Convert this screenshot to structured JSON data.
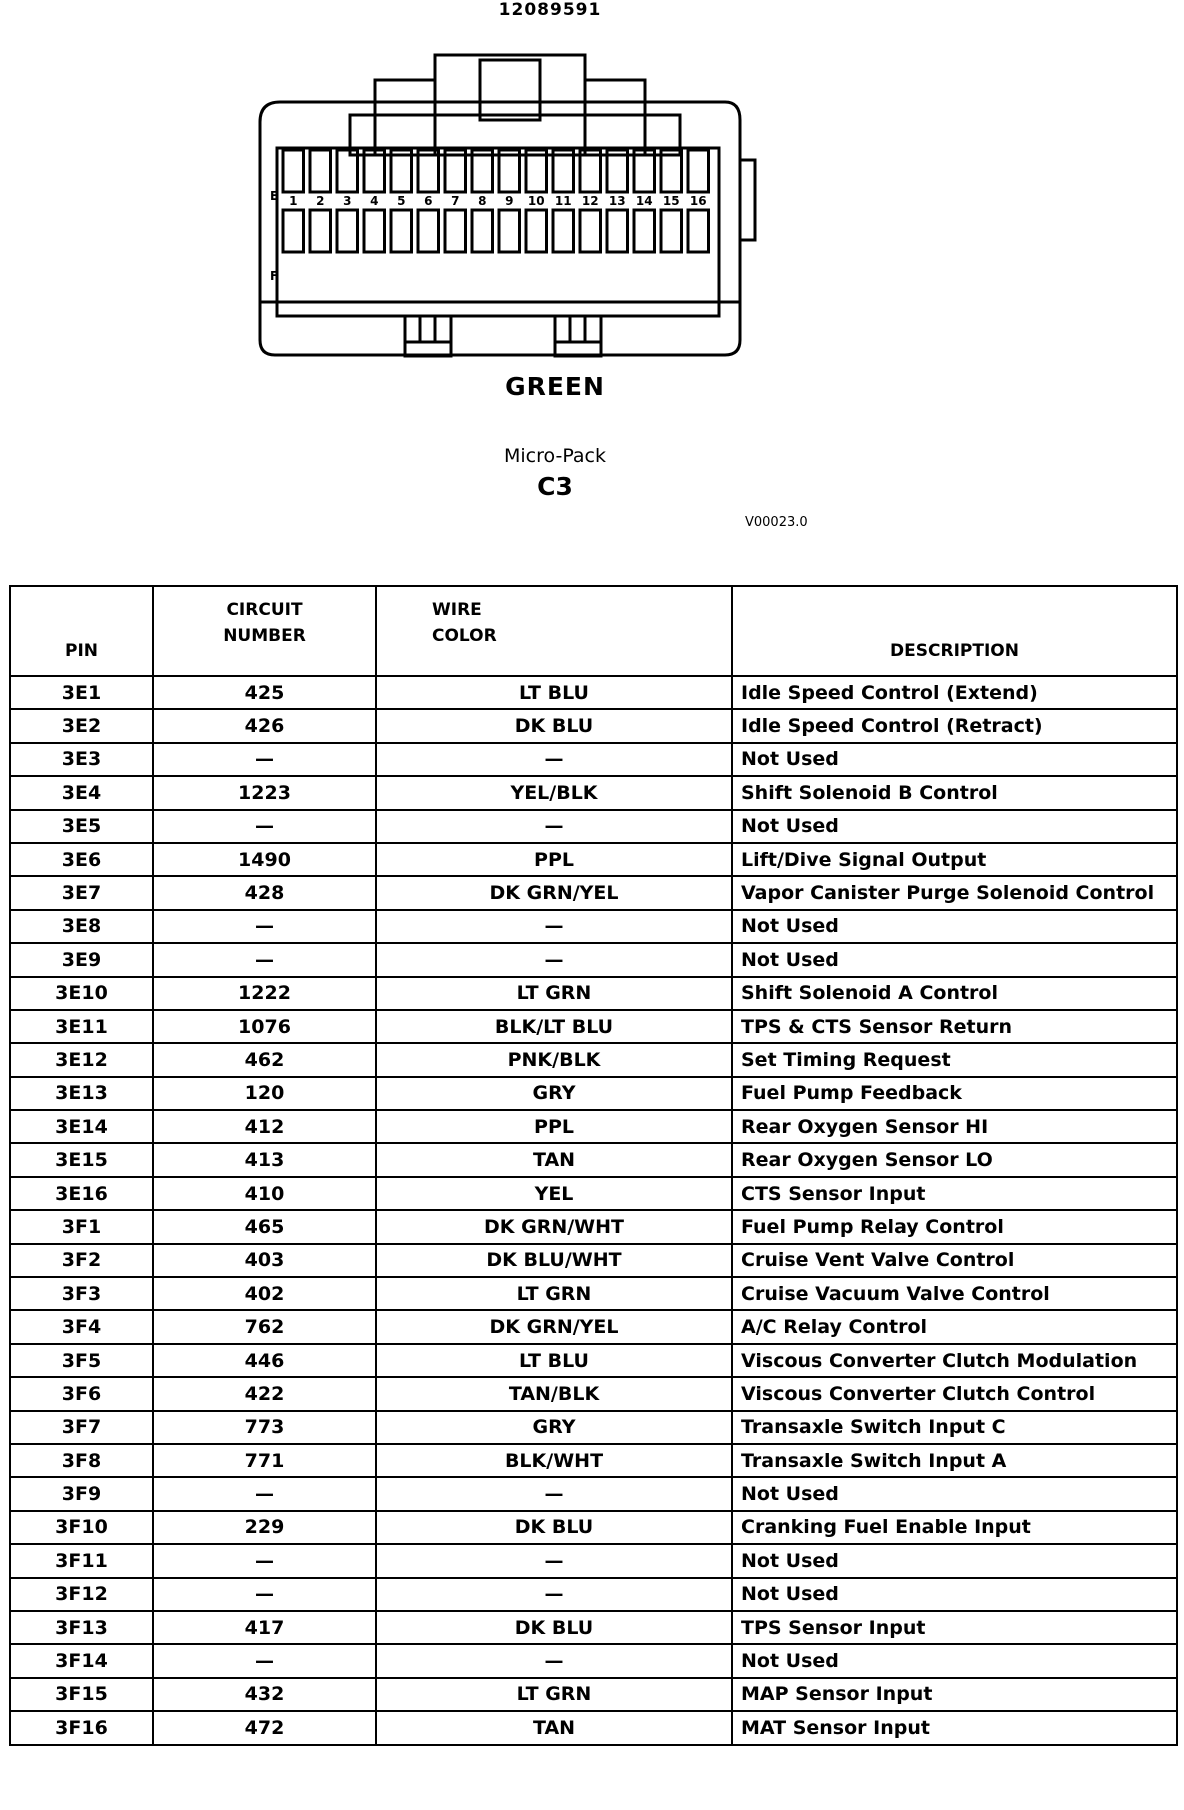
{
  "part_number": "12089591",
  "connector": {
    "color": "GREEN",
    "type": "Micro-Pack",
    "id": "C3",
    "row_labels": [
      "E",
      "F"
    ],
    "pin_numbers": [
      "1",
      "2",
      "3",
      "4",
      "5",
      "6",
      "7",
      "8",
      "9",
      "10",
      "11",
      "12",
      "13",
      "14",
      "15",
      "16"
    ]
  },
  "figure_code": "V00023.0",
  "table": {
    "headers": {
      "pin": "PIN",
      "circuit": [
        "CIRCUIT",
        "NUMBER"
      ],
      "wire": [
        "WIRE",
        "COLOR"
      ],
      "description": "DESCRIPTION"
    },
    "rows": [
      {
        "pin": "3E1",
        "circuit": "425",
        "wire": "LT BLU",
        "desc": "Idle Speed Control  (Extend)"
      },
      {
        "pin": "3E2",
        "circuit": "426",
        "wire": "DK BLU",
        "desc": "Idle Speed Control  (Retract)"
      },
      {
        "pin": "3E3",
        "circuit": "—",
        "wire": "—",
        "desc": "Not Used"
      },
      {
        "pin": "3E4",
        "circuit": "1223",
        "wire": "YEL/BLK",
        "desc": "Shift Solenoid B Control"
      },
      {
        "pin": "3E5",
        "circuit": "—",
        "wire": "—",
        "desc": "Not Used"
      },
      {
        "pin": "3E6",
        "circuit": "1490",
        "wire": "PPL",
        "desc": "Lift/Dive Signal Output"
      },
      {
        "pin": "3E7",
        "circuit": "428",
        "wire": "DK GRN/YEL",
        "desc": "Vapor Canister Purge Solenoid Control"
      },
      {
        "pin": "3E8",
        "circuit": "—",
        "wire": "—",
        "desc": "Not Used"
      },
      {
        "pin": "3E9",
        "circuit": "—",
        "wire": "—",
        "desc": "Not Used"
      },
      {
        "pin": "3E10",
        "circuit": "1222",
        "wire": "LT GRN",
        "desc": "Shift Solenoid A Control"
      },
      {
        "pin": "3E11",
        "circuit": "1076",
        "wire": "BLK/LT BLU",
        "desc": "TPS & CTS Sensor Return"
      },
      {
        "pin": "3E12",
        "circuit": "462",
        "wire": "PNK/BLK",
        "desc": "Set Timing Request"
      },
      {
        "pin": "3E13",
        "circuit": "120",
        "wire": "GRY",
        "desc": "Fuel Pump Feedback"
      },
      {
        "pin": "3E14",
        "circuit": "412",
        "wire": "PPL",
        "desc": "Rear Oxygen Sensor HI"
      },
      {
        "pin": "3E15",
        "circuit": "413",
        "wire": "TAN",
        "desc": "Rear Oxygen Sensor LO"
      },
      {
        "pin": "3E16",
        "circuit": "410",
        "wire": "YEL",
        "desc": "CTS Sensor Input"
      },
      {
        "pin": "3F1",
        "circuit": "465",
        "wire": "DK GRN/WHT",
        "desc": "Fuel Pump Relay Control"
      },
      {
        "pin": "3F2",
        "circuit": "403",
        "wire": "DK BLU/WHT",
        "desc": "Cruise Vent Valve Control"
      },
      {
        "pin": "3F3",
        "circuit": "402",
        "wire": "LT GRN",
        "desc": "Cruise Vacuum Valve Control"
      },
      {
        "pin": "3F4",
        "circuit": "762",
        "wire": "DK GRN/YEL",
        "desc": "A/C Relay Control"
      },
      {
        "pin": "3F5",
        "circuit": "446",
        "wire": "LT BLU",
        "desc": "Viscous Converter Clutch Modulation"
      },
      {
        "pin": "3F6",
        "circuit": "422",
        "wire": "TAN/BLK",
        "desc": "Viscous Converter Clutch Control"
      },
      {
        "pin": "3F7",
        "circuit": "773",
        "wire": "GRY",
        "desc": "Transaxle Switch Input C"
      },
      {
        "pin": "3F8",
        "circuit": "771",
        "wire": "BLK/WHT",
        "desc": "Transaxle Switch Input A"
      },
      {
        "pin": "3F9",
        "circuit": "—",
        "wire": "—",
        "desc": "Not Used"
      },
      {
        "pin": "3F10",
        "circuit": "229",
        "wire": "DK BLU",
        "desc": "Cranking Fuel Enable Input"
      },
      {
        "pin": "3F11",
        "circuit": "—",
        "wire": "—",
        "desc": "Not Used"
      },
      {
        "pin": "3F12",
        "circuit": "—",
        "wire": "—",
        "desc": "Not Used"
      },
      {
        "pin": "3F13",
        "circuit": "417",
        "wire": "DK BLU",
        "desc": "TPS Sensor Input"
      },
      {
        "pin": "3F14",
        "circuit": "—",
        "wire": "—",
        "desc": "Not Used"
      },
      {
        "pin": "3F15",
        "circuit": "432",
        "wire": "LT GRN",
        "desc": "MAP Sensor Input"
      },
      {
        "pin": "3F16",
        "circuit": "472",
        "wire": "TAN",
        "desc": "MAT Sensor Input"
      }
    ]
  }
}
